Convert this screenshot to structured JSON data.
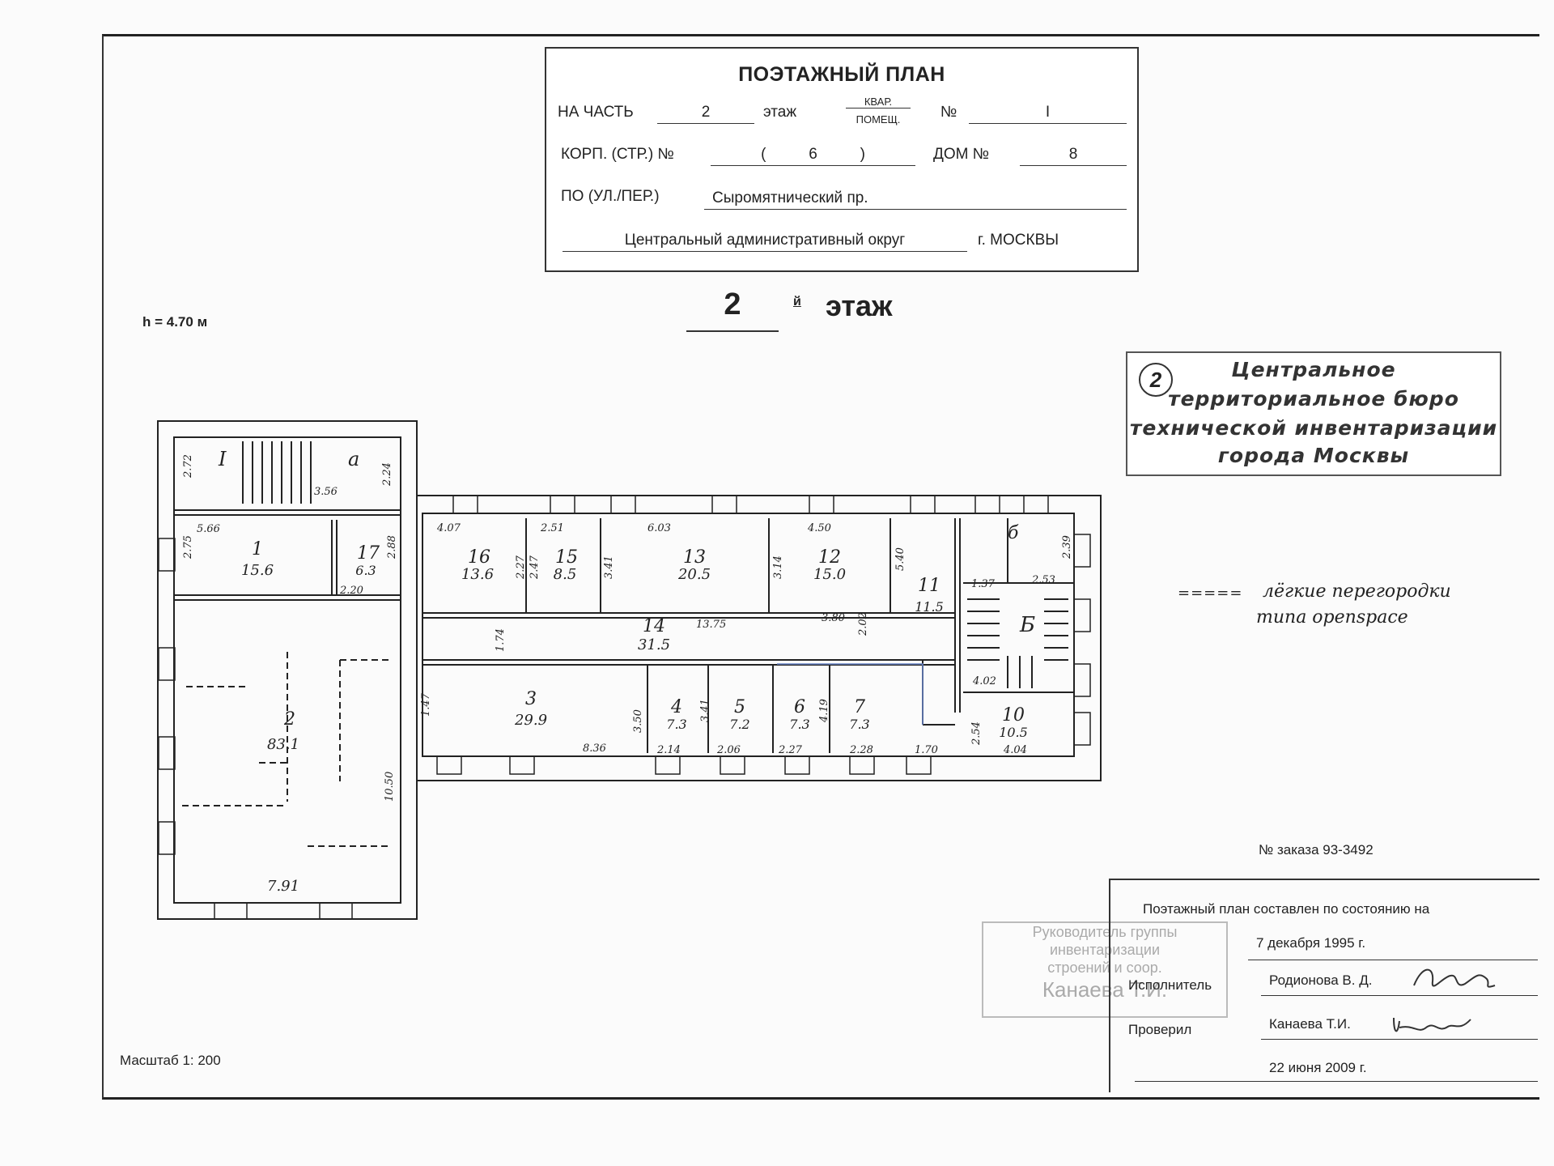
{
  "header": {
    "title": "ПОЭТАЖНЫЙ ПЛАН",
    "na_chast_label": "НА ЧАСТЬ",
    "etazh_value": "2",
    "etazh_label": "этаж",
    "kvar_label": "КВАР.",
    "pomesch_label": "ПОМЕЩ.",
    "number_label": "№",
    "number_value": "I",
    "korp_label": "КОРП. (СТР.) №",
    "korp_value": "(          6          )",
    "dom_label": "ДОМ №",
    "dom_value": "8",
    "street_label": "ПО (УЛ./ПЕР.)",
    "street_value": "Сыромятнический пр.",
    "okrug_value": "Центральный административный округ",
    "city_value": "г. МОСКВЫ"
  },
  "floor_heading": {
    "number": "2",
    "suffix": "й",
    "word": "этаж"
  },
  "height_note": "h = 4.70 м",
  "stamp": {
    "number": "2",
    "lines": [
      "Центральное",
      "территориальное бюро",
      "технической инвентаризации",
      "города Москвы"
    ]
  },
  "legend_note": {
    "symbol": "=====",
    "line1": "лёгкие перегородки",
    "line2": "типа openspace"
  },
  "order_number": "№ заказа 93-3492",
  "sign_block": {
    "state_text": "Поэтажный план составлен по состоянию на",
    "state_date": "7 декабря 1995 г.",
    "executor_label": "Исполнитель",
    "executor_name": "Родионова В. Д.",
    "checker_label": "Проверил",
    "checker_name": "Канаева Т.И.",
    "sign_date": "22 июня 2009 г."
  },
  "faded_stamp": {
    "lines": [
      "Руководитель группы",
      "инвентаризации",
      "строений и соор.",
      "Канаева Т.И."
    ]
  },
  "scale": "Масштаб 1: 200",
  "rooms": [
    {
      "label": "1",
      "area": "15.6"
    },
    {
      "label": "2",
      "area": "83.1"
    },
    {
      "label": "3",
      "area": "29.9"
    },
    {
      "label": "4",
      "area": "7.3"
    },
    {
      "label": "5",
      "area": "7.2"
    },
    {
      "label": "6",
      "area": "7.3"
    },
    {
      "label": "7",
      "area": "7.3"
    },
    {
      "label": "10",
      "area": "10.5"
    },
    {
      "label": "11",
      "area": "11.5"
    },
    {
      "label": "12",
      "area": "15.0"
    },
    {
      "label": "13",
      "area": "20.5"
    },
    {
      "label": "14",
      "area": "31.5"
    },
    {
      "label": "15",
      "area": "8.5"
    },
    {
      "label": "16",
      "area": "13.6"
    },
    {
      "label": "17",
      "area": "6.3"
    }
  ],
  "stair_labels": {
    "left": "I",
    "left_a": "а",
    "right": "Б",
    "right_b": "б"
  },
  "dimensions": [
    "5.66",
    "2.75",
    "2.20",
    "2.88",
    "2.24",
    "3.56",
    "2.72",
    "4.07",
    "2.51",
    "6.03",
    "4.50",
    "5.40",
    "2.27",
    "2.47",
    "3.41",
    "3.14",
    "13.75",
    "3.80",
    "2.02",
    "1.74",
    "1.47",
    "8.36",
    "3.50",
    "2.14",
    "2.06",
    "2.27",
    "2.28",
    "1.70",
    "3.41",
    "4.19",
    "10.50",
    "7.91",
    "1.37",
    "2.53",
    "2.39",
    "4.02",
    "2.54",
    "4.04"
  ]
}
